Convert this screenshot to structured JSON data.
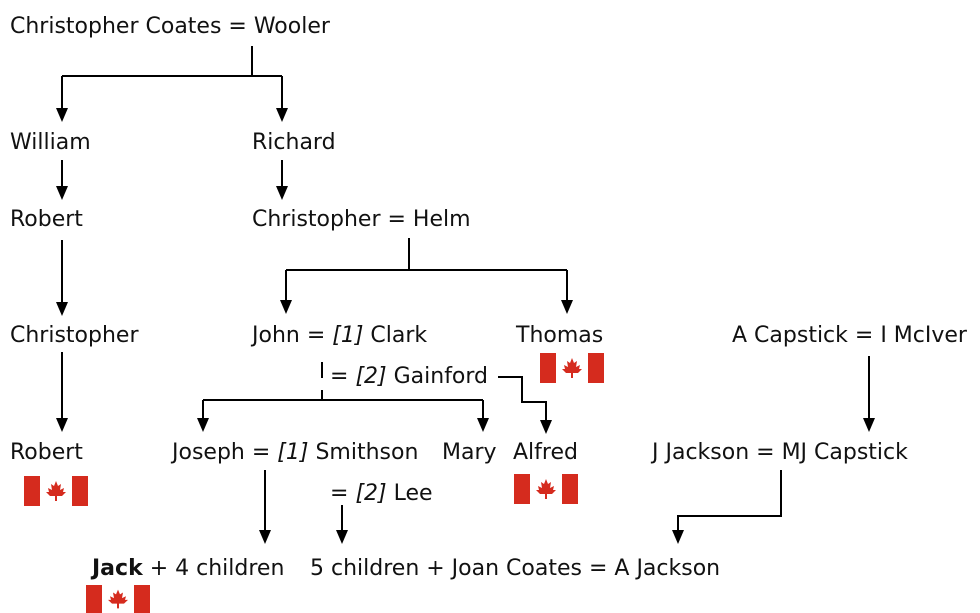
{
  "people": {
    "root": {
      "name": "Christopher Coates",
      "eq": " = ",
      "spouse": "Wooler"
    },
    "william": "William",
    "robert1": "Robert",
    "christopher2": "Christopher",
    "robert2": "Robert",
    "richard": "Richard",
    "christopher_helm": {
      "name": "Christopher",
      "eq": " = ",
      "spouse": "Helm"
    },
    "john_clark": {
      "name": "John",
      "eq": " = ",
      "marker": "[1]",
      "spouse": " Clark"
    },
    "gainford": {
      "eq": "= ",
      "marker": "[2]",
      "spouse": " Gainford"
    },
    "thomas": "Thomas",
    "joseph_smithson": {
      "name": "Joseph",
      "eq": " = ",
      "marker": "[1]",
      "spouse": " Smithson"
    },
    "lee": {
      "eq": "= ",
      "marker": "[2]",
      "spouse": " Lee"
    },
    "mary": "Mary",
    "alfred": "Alfred",
    "capstick_mciver": {
      "name": "A Capstick",
      "eq": " = ",
      "spouse": "I McIver"
    },
    "jackson_capstick": {
      "name": "J Jackson",
      "eq": " = ",
      "spouse": "MJ Capstick"
    },
    "bottom_left": {
      "name": "Jack",
      "rest": " + 4 children"
    },
    "bottom_right": {
      "a": "5 children",
      "b": " + Joan Coates = A Jackson"
    }
  },
  "flags": [
    "robert2",
    "thomas",
    "alfred",
    "jack"
  ],
  "flag_colors": {
    "red": "#d52b1e",
    "white": "#ffffff"
  },
  "line_color": "#000000",
  "icon": "canada-flag-icon"
}
